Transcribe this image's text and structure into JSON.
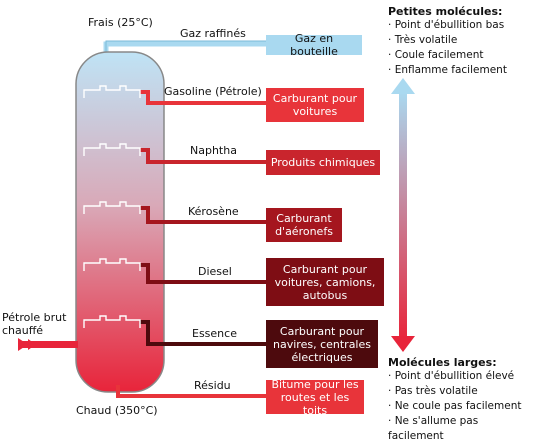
{
  "top_label": "Frais (25°C)",
  "bottom_label": "Chaud (350°C)",
  "input_label": "Pétrole brut chauffé",
  "fractions": [
    {
      "name": "Gaz raffinés",
      "use": "Gaz en bouteille",
      "color": "#a9d9f0"
    },
    {
      "name": "Gasoline (Pétrole)",
      "use": "Carburant pour voitures",
      "color": "#e8343a"
    },
    {
      "name": "Naphtha",
      "use": "Produits chimiques",
      "color": "#c9252d"
    },
    {
      "name": "Kérosène",
      "use": "Carburant d'aéronefs",
      "color": "#a5161e"
    },
    {
      "name": "Diesel",
      "use": "Carburant pour voitures, camions, autobus",
      "color": "#7e0d14"
    },
    {
      "name": "Essence",
      "use": "Carburant pour navires, centrales électriques",
      "color": "#4d0a0d"
    },
    {
      "name": "Résidu",
      "use": "Bitume pour les routes et les toits",
      "color": "#e8343a"
    }
  ],
  "small_molecules": {
    "title": "Petites molécules:",
    "items": [
      "Point d'ébullition bas",
      "Très volatile",
      "Coule facilement",
      "Enflamme facilement"
    ]
  },
  "large_molecules": {
    "title": "Molécules larges:",
    "items": [
      "Point d'ébullition élevé",
      "Pas très volatile",
      "Ne coule pas facilement",
      "Ne s'allume pas facilement"
    ]
  }
}
